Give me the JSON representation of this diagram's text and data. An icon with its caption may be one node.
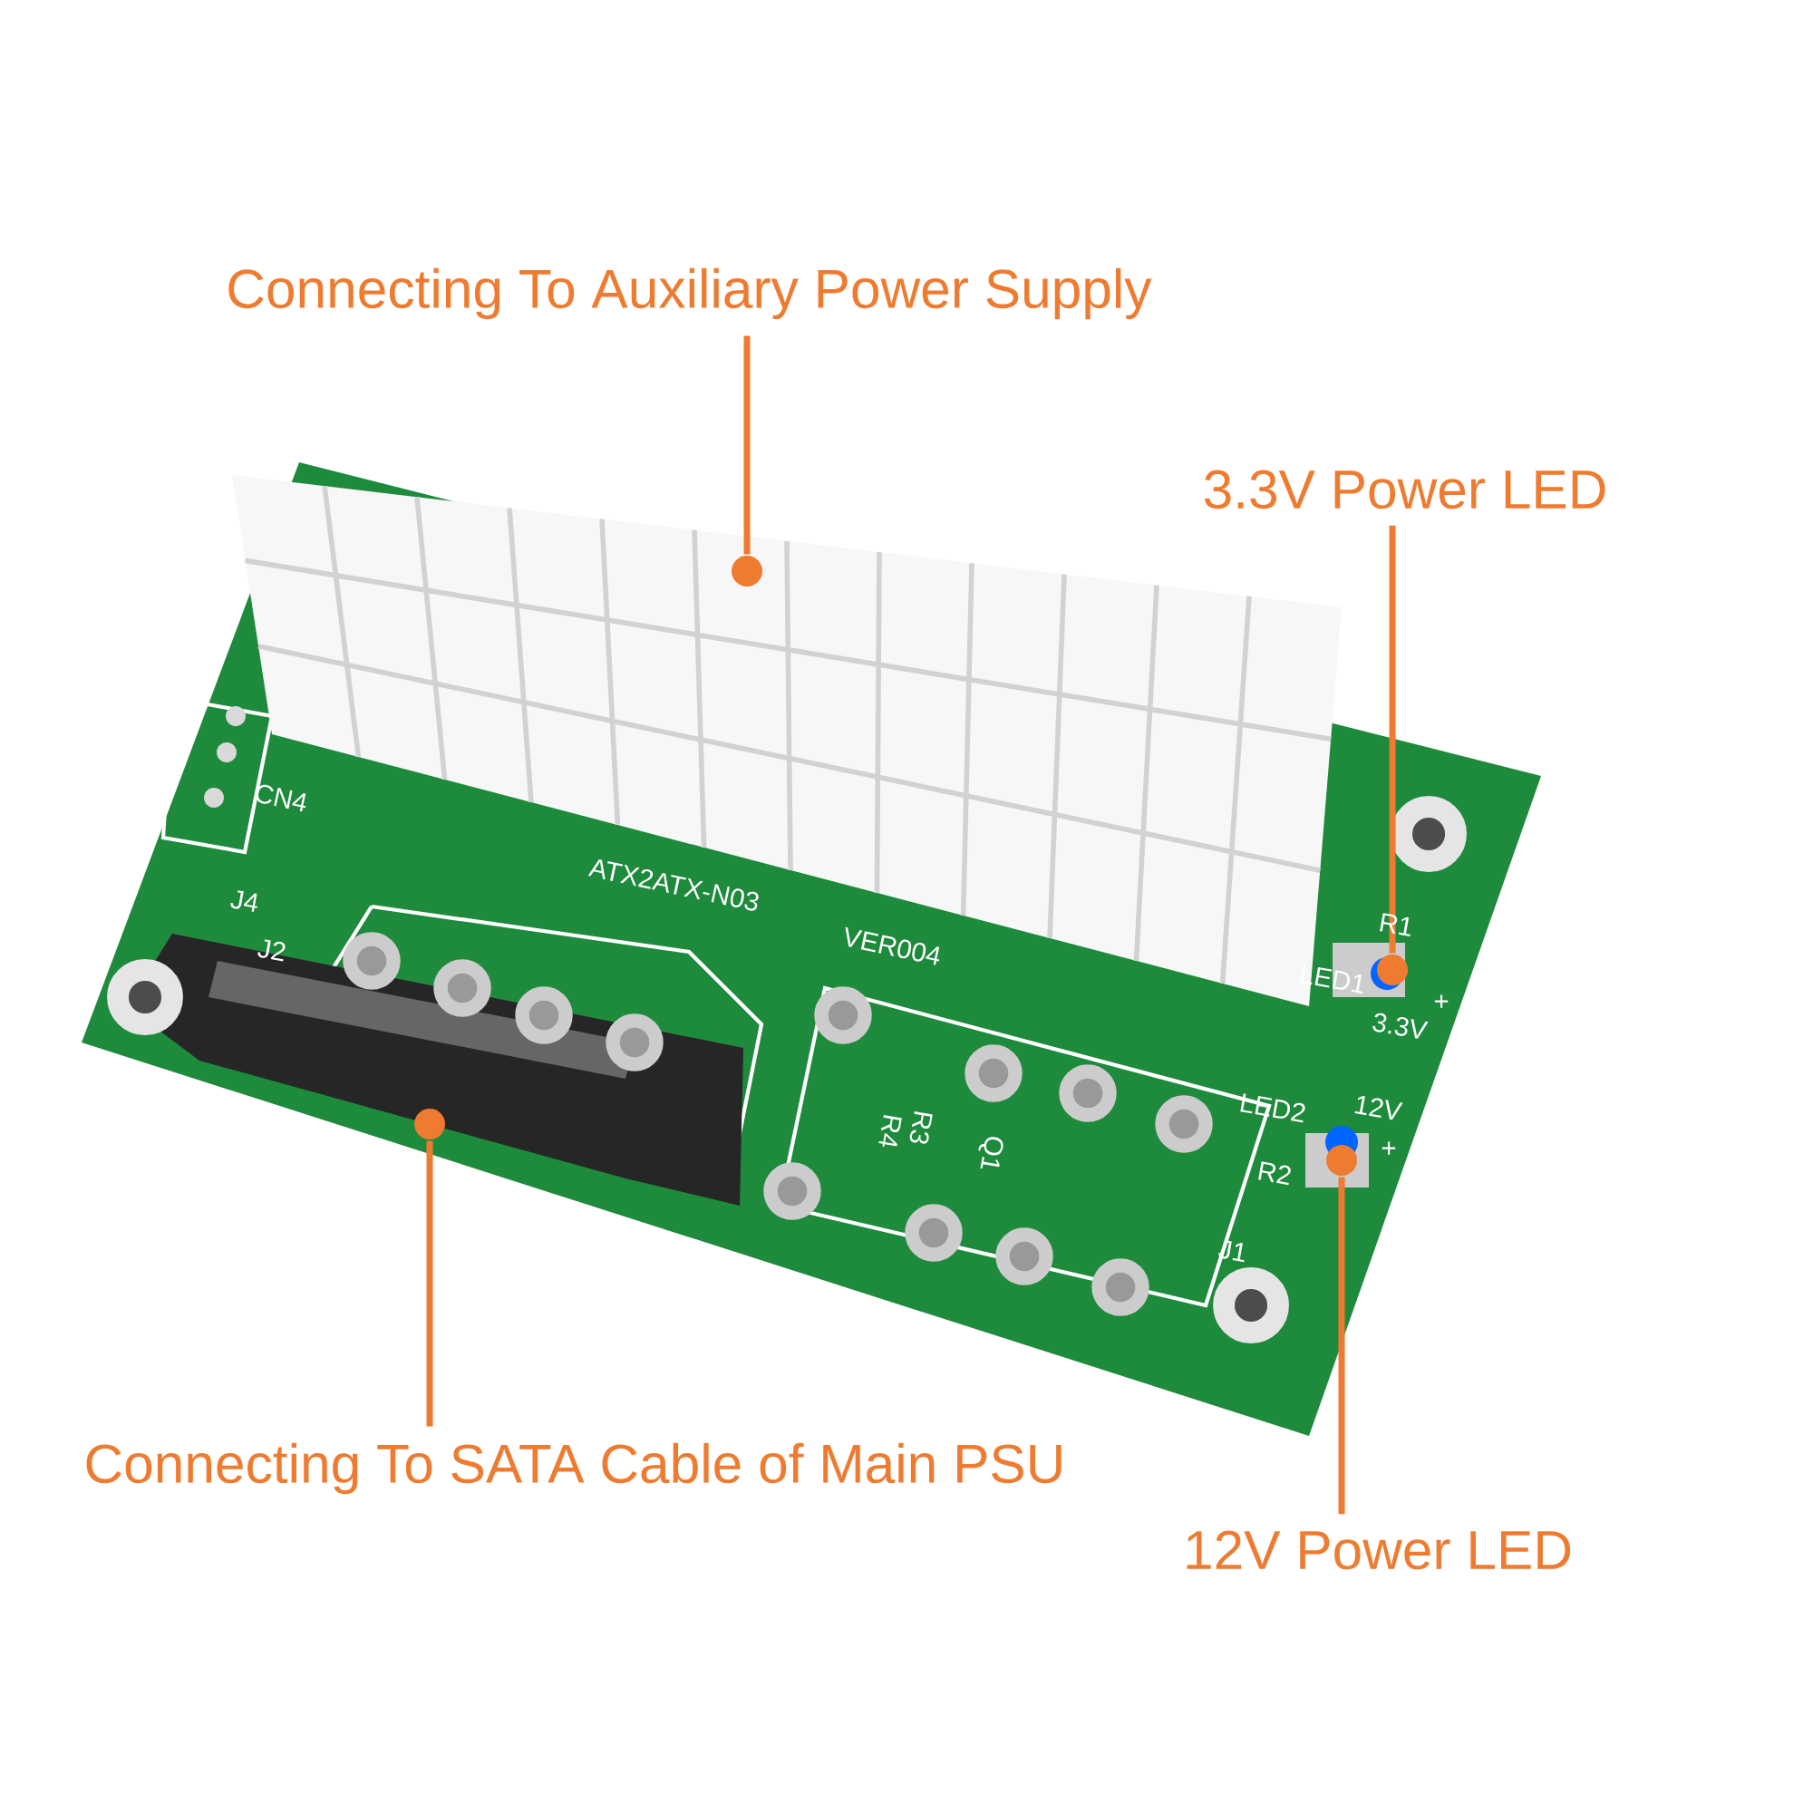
{
  "diagram": {
    "nodes": [
      {
        "text": [
          "Connecting To Auxiliary Power Supply"
        ]
      },
      {
        "text": [
          "3.3V Power LED"
        ]
      },
      {
        "text": [
          "Connecting To SATA Cable of Main PSU"
        ]
      },
      {
        "text": [
          "12V Power LED"
        ]
      },
      {
        "text": [],
        "shape": "circle"
      },
      {
        "text": [],
        "shape": "circle"
      },
      {
        "text": [],
        "shape": "circle"
      },
      {
        "text": [],
        "shape": "circle"
      }
    ],
    "edges": [
      {
        "from": 0,
        "to": 4,
        "arrow": "none"
      },
      {
        "from": 1,
        "to": 5,
        "arrow": "none"
      },
      {
        "from": 2,
        "to": 6,
        "arrow": "none"
      },
      {
        "from": 3,
        "to": 7,
        "arrow": "none"
      }
    ],
    "labels": [
      "CN4",
      "ATX2ATX-N03",
      "VER004",
      "J4",
      "J2",
      "R1",
      "LED1",
      "+",
      "3.3V",
      "LED2",
      "12V",
      "+",
      "R2",
      "R4",
      "R3",
      "Q1",
      "J1"
    ]
  }
}
